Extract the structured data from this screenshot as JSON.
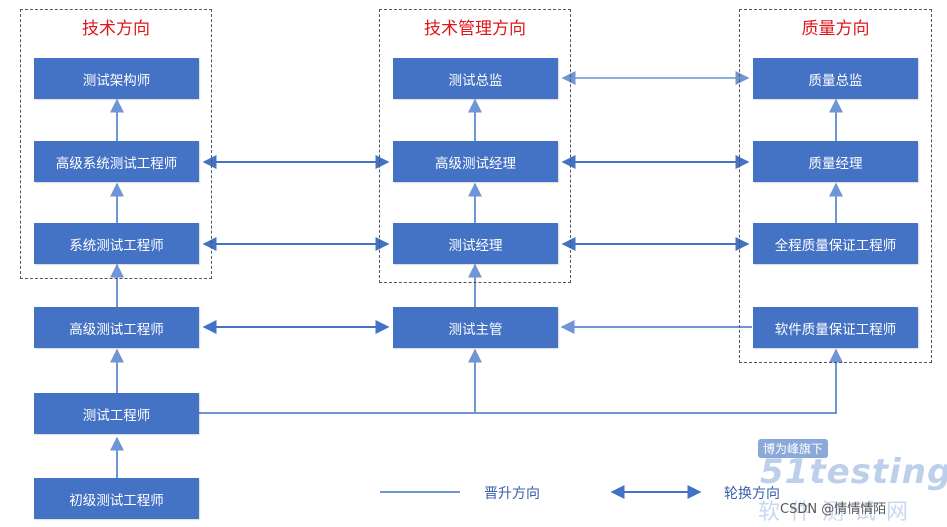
{
  "groups": {
    "tech": "技术方向",
    "mgmt": "技术管理方向",
    "quality": "质量方向"
  },
  "roles": {
    "test_architect": "测试架构师",
    "senior_system_test_engineer": "高级系统测试工程师",
    "system_test_engineer": "系统测试工程师",
    "senior_test_engineer": "高级测试工程师",
    "test_engineer": "测试工程师",
    "junior_test_engineer": "初级测试工程师",
    "test_director": "测试总监",
    "senior_test_manager": "高级测试经理",
    "test_manager": "测试经理",
    "test_supervisor": "测试主管",
    "quality_director": "质量总监",
    "quality_manager": "质量经理",
    "full_process_qa_engineer": "全程质量保证工程师",
    "software_qa_engineer": "软件质量保证工程师"
  },
  "legend": {
    "promotion": "晋升方向",
    "rotation": "轮换方向"
  },
  "watermark": {
    "badge": "博为峰旗下",
    "logo": "51testing",
    "sub": "软件测试网",
    "csdn": "CSDN @情情情陌"
  },
  "colors": {
    "box_fill": "#4472c4",
    "promotion_line": "#4472c4",
    "rotation_line": "#4472c4",
    "group_title": "#e0161b"
  }
}
